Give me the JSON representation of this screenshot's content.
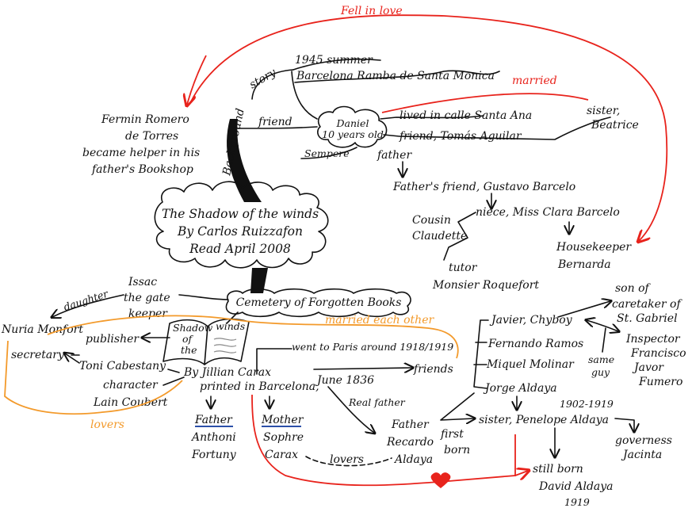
{
  "center": {
    "title": "The Shadow of the winds",
    "author": "By Carlos Ruizzafon",
    "read": "Read April 2008"
  },
  "background_branch": {
    "label": "Background",
    "story": "story",
    "summer": "1945 summer",
    "place": "Barcelona Ramba de Santa Monica",
    "friend": "friend",
    "daniel_1": "Daniel",
    "daniel_2": "10 years old",
    "sempere": "Sempere",
    "fermin_1": "Fermin Romero",
    "fermin_2": "de Torres",
    "fermin_3": "became helper in his",
    "fermin_4": "father's Bookshop",
    "lived": "lived in calle Santa Ana",
    "tomas": "friend, Tomás Aguilar",
    "sister_1": "sister,",
    "sister_2": "Beatrice",
    "father": "father",
    "fathers_friend": "Father's friend, Gustavo Barcelo",
    "niece": "niece, Miss Clara Barcelo",
    "cousin_1": "Cousin",
    "cousin_2": "Claudette",
    "tutor_1": "tutor",
    "tutor_2": "Monsier Roquefort",
    "housekeeper_1": "Housekeeper",
    "housekeeper_2": "Bernarda"
  },
  "relations": {
    "fell_in_love": "Fell in love",
    "married": "married",
    "married_each_other": "married each other",
    "lovers_orange": "lovers",
    "lovers_black": "lovers",
    "daughter": "daughter"
  },
  "cemetery_branch": {
    "cemetery": "Cemetery of Forgotten Books",
    "issac_1": "Issac",
    "issac_2": "the gate",
    "issac_3": "keeper",
    "nuria": "Nuria Monfort",
    "secretary": "secretary",
    "publisher": "publisher",
    "toni": "Toni Cabestany",
    "character": "character",
    "lain": "Lain Coubert",
    "book_1": "Shadow",
    "book_2": "of",
    "book_3": "the",
    "book_4": "winds",
    "by": "By Jillian Carax",
    "printed": "printed in Barcelona,",
    "june": "June 1836",
    "went": "went to Paris around 1918/1919",
    "father_label": "Father",
    "father_1": "Anthoni",
    "father_2": "Fortuny",
    "mother_label": "Mother",
    "mother_1": "Sophre",
    "mother_2": "Carax",
    "real_father": "Real father",
    "ricardo_1": "Father",
    "ricardo_2": "Recardo",
    "ricardo_3": "Aldaya",
    "friends": "friends",
    "javier": "Javier, Chyboy",
    "fernando": "Fernando Ramos",
    "miquel": "Miquel Molinar",
    "jorge": "Jorge Aldaya",
    "son_1": "son of",
    "son_2": "caretaker of",
    "son_3": "St. Gabriel",
    "inspector_1": "Inspector",
    "inspector_2": "Francisco",
    "inspector_3": "Javor",
    "inspector_4": "Fumero",
    "same_1": "same",
    "same_2": "guy",
    "first_1": "first",
    "first_2": "born",
    "years": "1902-1919",
    "penelope": "sister, Penelope Aldaya",
    "governess_1": "governess",
    "governess_2": "Jacinta",
    "still_1": "still born",
    "still_2": "David Aldaya",
    "still_3": "1919"
  },
  "colors": {
    "ink": "#111111",
    "red": "#e8231c",
    "orange": "#f39a2b",
    "blue": "#2b4fa8",
    "background": "#ffffff"
  }
}
